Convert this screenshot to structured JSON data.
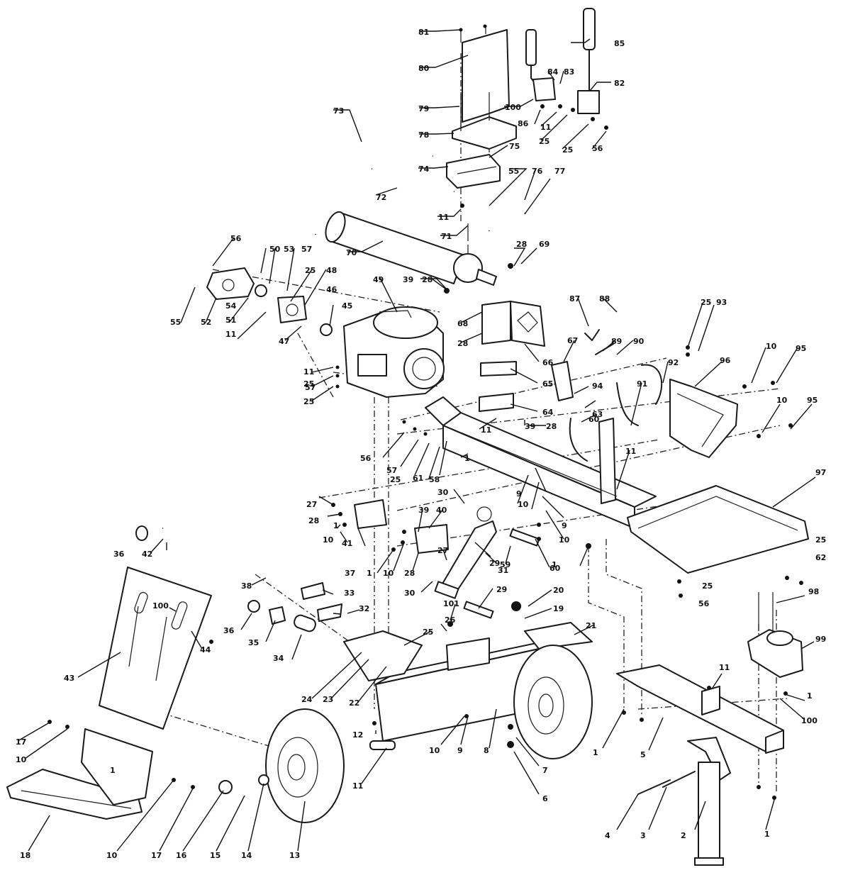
{
  "diagram": {
    "kind": "exploded-parts-view",
    "callouts": [
      {
        "id": "c1",
        "text": "1"
      },
      {
        "id": "c2",
        "text": "1"
      },
      {
        "id": "c3",
        "text": "1"
      },
      {
        "id": "c4",
        "text": "1"
      },
      {
        "id": "c5",
        "text": "1"
      },
      {
        "id": "c6",
        "text": "1"
      },
      {
        "id": "c7",
        "text": "1"
      },
      {
        "id": "c8",
        "text": "1"
      },
      {
        "id": "c9",
        "text": "2"
      },
      {
        "id": "c10",
        "text": "3"
      },
      {
        "id": "c11",
        "text": "4"
      },
      {
        "id": "c12",
        "text": "5"
      },
      {
        "id": "c13",
        "text": "6"
      },
      {
        "id": "c14",
        "text": "7"
      },
      {
        "id": "c15",
        "text": "8"
      },
      {
        "id": "c16",
        "text": "9"
      },
      {
        "id": "c17",
        "text": "9"
      },
      {
        "id": "c18",
        "text": "9"
      },
      {
        "id": "c19",
        "text": "10"
      },
      {
        "id": "c20",
        "text": "10"
      },
      {
        "id": "c21",
        "text": "10"
      },
      {
        "id": "c22",
        "text": "10"
      },
      {
        "id": "c23",
        "text": "10"
      },
      {
        "id": "c24",
        "text": "10"
      },
      {
        "id": "c25",
        "text": "10"
      },
      {
        "id": "c26",
        "text": "10"
      },
      {
        "id": "c27",
        "text": "10"
      },
      {
        "id": "c28",
        "text": "11"
      },
      {
        "id": "c29",
        "text": "11"
      },
      {
        "id": "c30",
        "text": "11"
      },
      {
        "id": "c31",
        "text": "11"
      },
      {
        "id": "c32",
        "text": "11"
      },
      {
        "id": "c33",
        "text": "11"
      },
      {
        "id": "c34",
        "text": "11"
      },
      {
        "id": "c35",
        "text": "11"
      },
      {
        "id": "c36",
        "text": "12"
      },
      {
        "id": "c37",
        "text": "13"
      },
      {
        "id": "c38",
        "text": "14"
      },
      {
        "id": "c39",
        "text": "15"
      },
      {
        "id": "c40",
        "text": "16"
      },
      {
        "id": "c41",
        "text": "17"
      },
      {
        "id": "c42",
        "text": "17"
      },
      {
        "id": "c43",
        "text": "18"
      },
      {
        "id": "c44",
        "text": "19"
      },
      {
        "id": "c45",
        "text": "20"
      },
      {
        "id": "c46",
        "text": "21"
      },
      {
        "id": "c47",
        "text": "22"
      },
      {
        "id": "c48",
        "text": "23"
      },
      {
        "id": "c49",
        "text": "24"
      },
      {
        "id": "c50",
        "text": "25"
      },
      {
        "id": "c51",
        "text": "25"
      },
      {
        "id": "c52",
        "text": "25"
      },
      {
        "id": "c53",
        "text": "25"
      },
      {
        "id": "c54",
        "text": "25"
      },
      {
        "id": "c55",
        "text": "25"
      },
      {
        "id": "c56",
        "text": "25"
      },
      {
        "id": "c57",
        "text": "25"
      },
      {
        "id": "c58",
        "text": "25"
      },
      {
        "id": "c59",
        "text": "25"
      },
      {
        "id": "c60",
        "text": "26"
      },
      {
        "id": "c61",
        "text": "27"
      },
      {
        "id": "c62",
        "text": "27"
      },
      {
        "id": "c63",
        "text": "28"
      },
      {
        "id": "c64",
        "text": "28"
      },
      {
        "id": "c65",
        "text": "28"
      },
      {
        "id": "c66",
        "text": "28"
      },
      {
        "id": "c67",
        "text": "28"
      },
      {
        "id": "c68",
        "text": "28"
      },
      {
        "id": "c69",
        "text": "29"
      },
      {
        "id": "c70",
        "text": "29"
      },
      {
        "id": "c71",
        "text": "30"
      },
      {
        "id": "c72",
        "text": "30"
      },
      {
        "id": "c73",
        "text": "31"
      },
      {
        "id": "c74",
        "text": "32"
      },
      {
        "id": "c75",
        "text": "33"
      },
      {
        "id": "c76",
        "text": "34"
      },
      {
        "id": "c77",
        "text": "35"
      },
      {
        "id": "c78",
        "text": "36"
      },
      {
        "id": "c79",
        "text": "36"
      },
      {
        "id": "c80",
        "text": "37"
      },
      {
        "id": "c81",
        "text": "38"
      },
      {
        "id": "c82",
        "text": "39"
      },
      {
        "id": "c83",
        "text": "39"
      },
      {
        "id": "c84",
        "text": "39"
      },
      {
        "id": "c85",
        "text": "40"
      },
      {
        "id": "c86",
        "text": "41"
      },
      {
        "id": "c87",
        "text": "42"
      },
      {
        "id": "c88",
        "text": "43"
      },
      {
        "id": "c89",
        "text": "44"
      },
      {
        "id": "c90",
        "text": "45"
      },
      {
        "id": "c91",
        "text": "46"
      },
      {
        "id": "c92",
        "text": "47"
      },
      {
        "id": "c93",
        "text": "48"
      },
      {
        "id": "c94",
        "text": "49"
      },
      {
        "id": "c95",
        "text": "50"
      },
      {
        "id": "c96",
        "text": "51"
      },
      {
        "id": "c97",
        "text": "52"
      },
      {
        "id": "c98",
        "text": "53"
      },
      {
        "id": "c99",
        "text": "54"
      },
      {
        "id": "c100",
        "text": "55"
      },
      {
        "id": "c101",
        "text": "55"
      },
      {
        "id": "c102",
        "text": "56"
      },
      {
        "id": "c103",
        "text": "56"
      },
      {
        "id": "c104",
        "text": "56"
      },
      {
        "id": "c105",
        "text": "56"
      },
      {
        "id": "c106",
        "text": "57"
      },
      {
        "id": "c107",
        "text": "57"
      },
      {
        "id": "c108",
        "text": "57"
      },
      {
        "id": "c109",
        "text": "58"
      },
      {
        "id": "c110",
        "text": "59"
      },
      {
        "id": "c111",
        "text": "60"
      },
      {
        "id": "c112",
        "text": "60"
      },
      {
        "id": "c113",
        "text": "61"
      },
      {
        "id": "c114",
        "text": "62"
      },
      {
        "id": "c115",
        "text": "63"
      },
      {
        "id": "c116",
        "text": "64"
      },
      {
        "id": "c117",
        "text": "65"
      },
      {
        "id": "c118",
        "text": "66"
      },
      {
        "id": "c119",
        "text": "67"
      },
      {
        "id": "c120",
        "text": "68"
      },
      {
        "id": "c121",
        "text": "69"
      },
      {
        "id": "c122",
        "text": "70"
      },
      {
        "id": "c123",
        "text": "71"
      },
      {
        "id": "c124",
        "text": "72"
      },
      {
        "id": "c125",
        "text": "73"
      },
      {
        "id": "c126",
        "text": "74"
      },
      {
        "id": "c127",
        "text": "75"
      },
      {
        "id": "c128",
        "text": "76"
      },
      {
        "id": "c129",
        "text": "77"
      },
      {
        "id": "c130",
        "text": "78"
      },
      {
        "id": "c131",
        "text": "79"
      },
      {
        "id": "c132",
        "text": "80"
      },
      {
        "id": "c133",
        "text": "81"
      },
      {
        "id": "c134",
        "text": "82"
      },
      {
        "id": "c135",
        "text": "83"
      },
      {
        "id": "c136",
        "text": "84"
      },
      {
        "id": "c137",
        "text": "85"
      },
      {
        "id": "c138",
        "text": "86"
      },
      {
        "id": "c139",
        "text": "87"
      },
      {
        "id": "c140",
        "text": "88"
      },
      {
        "id": "c141",
        "text": "89"
      },
      {
        "id": "c142",
        "text": "90"
      },
      {
        "id": "c143",
        "text": "91"
      },
      {
        "id": "c144",
        "text": "92"
      },
      {
        "id": "c145",
        "text": "93"
      },
      {
        "id": "c146",
        "text": "94"
      },
      {
        "id": "c147",
        "text": "95"
      },
      {
        "id": "c148",
        "text": "95"
      },
      {
        "id": "c149",
        "text": "96"
      },
      {
        "id": "c150",
        "text": "97"
      },
      {
        "id": "c151",
        "text": "98"
      },
      {
        "id": "c152",
        "text": "99"
      },
      {
        "id": "c153",
        "text": "100"
      },
      {
        "id": "c154",
        "text": "100"
      },
      {
        "id": "c155",
        "text": "100"
      },
      {
        "id": "c156",
        "text": "101"
      }
    ]
  },
  "colors": {
    "line": "#1a1a1a",
    "background": "#ffffff"
  }
}
